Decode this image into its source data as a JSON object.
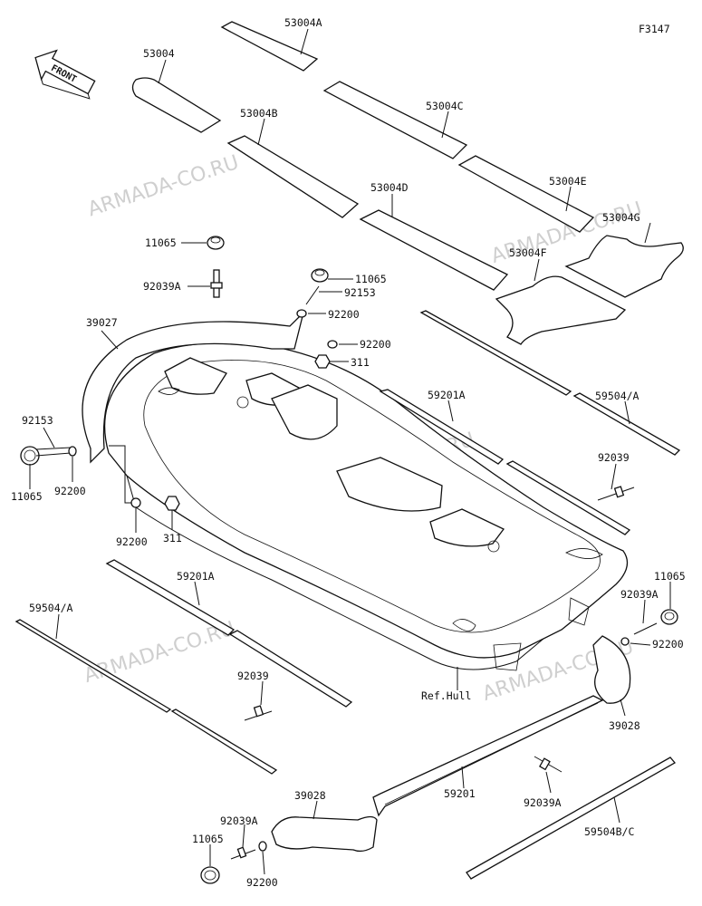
{
  "figure_code": "F3147",
  "front_label": "FRONT",
  "watermark": "ARMADA-CO.RU",
  "ref_label": "Ref.Hull",
  "parts": {
    "mat_53004": "53004",
    "mat_53004A": "53004A",
    "mat_53004B": "53004B",
    "mat_53004C": "53004C",
    "mat_53004D": "53004D",
    "mat_53004E": "53004E",
    "mat_53004F": "53004F",
    "mat_53004G": "53004G",
    "cap_11065": "11065",
    "bolt_92039A": "92039A",
    "bolt_92153": "92153",
    "washer_92200": "92200",
    "nut_311": "311",
    "guard_39027": "39027",
    "guard_39028": "39028",
    "rail_59201": "59201",
    "rail_59201A": "59201A",
    "strip_59504A": "59504/A",
    "strip_59504BC": "59504B/C",
    "bolt_92039": "92039"
  }
}
